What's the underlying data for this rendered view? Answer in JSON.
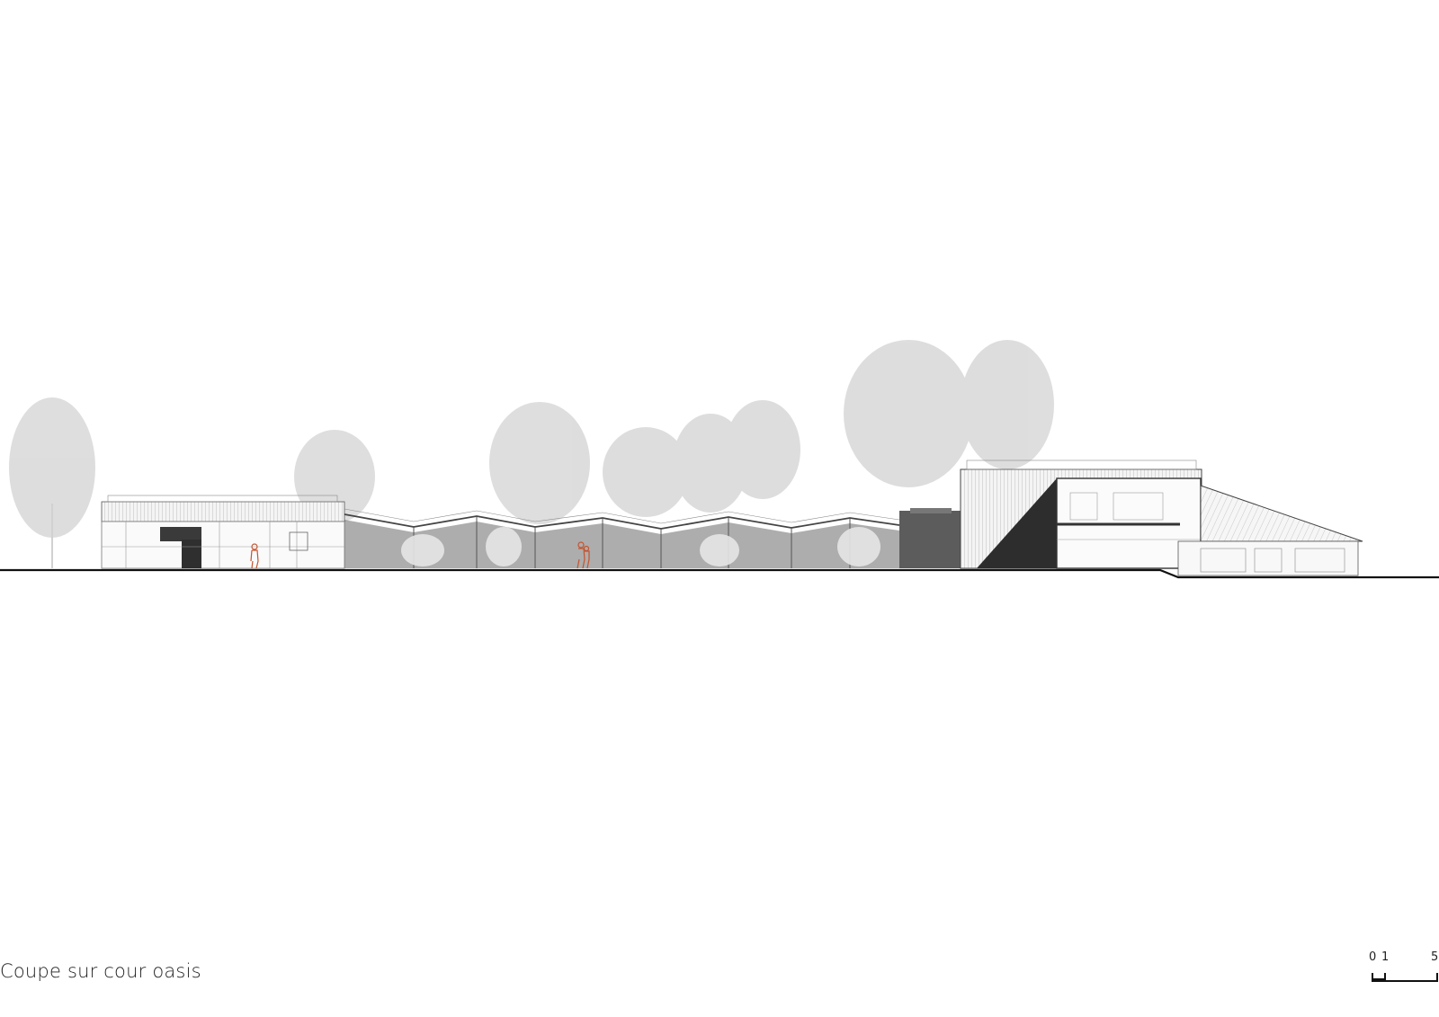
{
  "drawing": {
    "title": "Coupe sur cour oasis",
    "scale_bar": {
      "labels": [
        "0",
        "1",
        "5"
      ]
    },
    "colors": {
      "ground": "#111111",
      "tree": "#dcdcdc",
      "dark_glazing": "#5c5c5c",
      "shadow": "#2d2d2d",
      "human_figure": "#c5532e",
      "line": "#555555"
    }
  }
}
